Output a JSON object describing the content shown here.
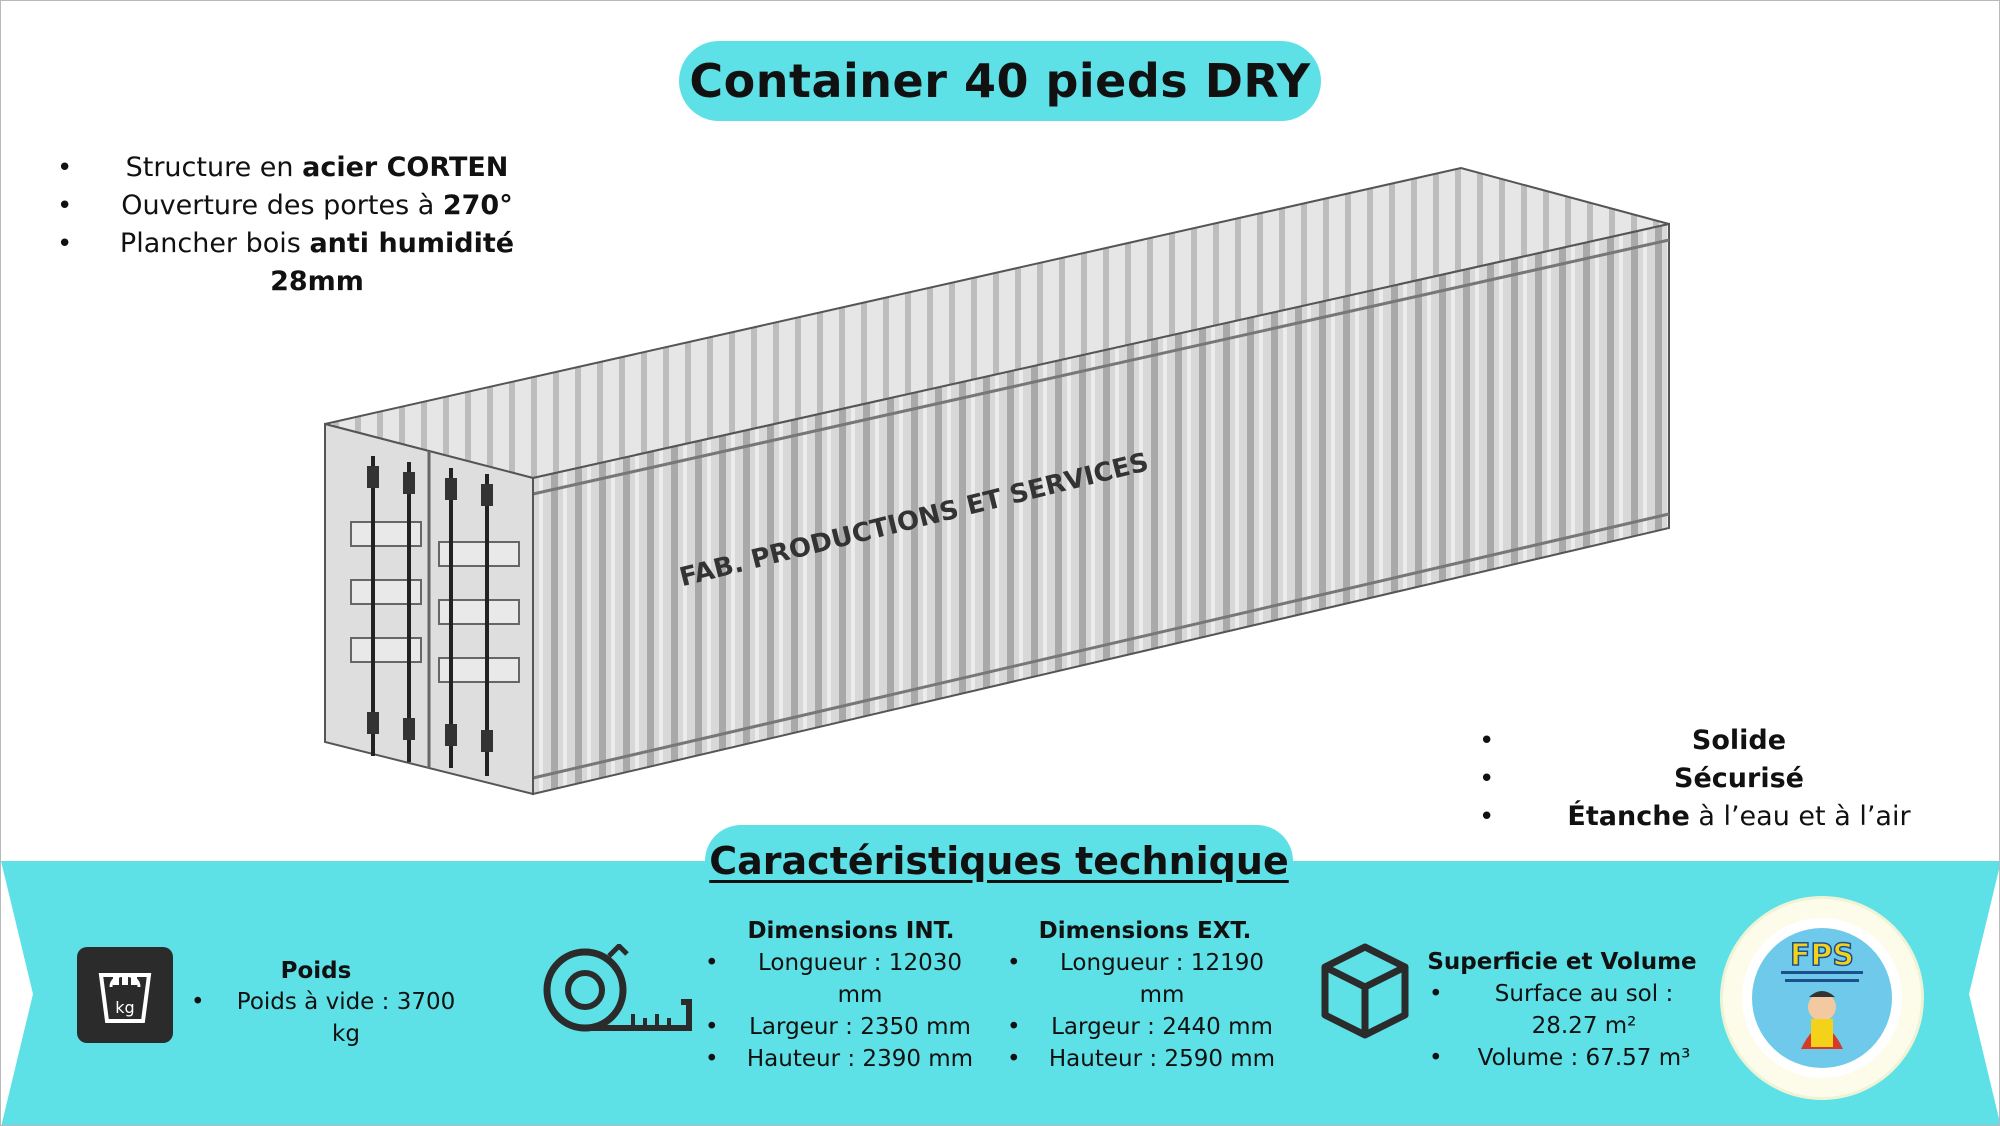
{
  "title": "Container 40 pieds DRY",
  "features_left": [
    {
      "pre": "Structure en ",
      "bold": "acier CORTEN",
      "post": ""
    },
    {
      "pre": "Ouverture des portes à ",
      "bold": "270°",
      "post": ""
    },
    {
      "pre": "Plancher bois ",
      "bold": "anti humidité 28mm",
      "post": ""
    }
  ],
  "features_right": [
    {
      "bold": "Solide",
      "post": ""
    },
    {
      "bold": "Sécurisé",
      "post": ""
    },
    {
      "bold": "Étanche",
      "post": " à l’eau et à l’air"
    }
  ],
  "container_label": "FAB. PRODUCTIONS ET SERVICES",
  "tech": {
    "heading": "Caractéristiques technique",
    "poids": {
      "title": "Poids",
      "items": [
        "Poids à vide : 3700 kg"
      ],
      "icon": "weight-kg-icon",
      "icon_text": "kg"
    },
    "dim_int": {
      "title": "Dimensions INT.",
      "items": [
        "Longueur : 12030 mm",
        "Largeur : 2350 mm",
        "Hauteur : 2390 mm"
      ]
    },
    "dim_ext": {
      "title": "Dimensions EXT.",
      "items": [
        "Longueur : 12190 mm",
        "Largeur : 2440 mm",
        "Hauteur : 2590 mm"
      ]
    },
    "surface": {
      "title": "Superficie et Volume",
      "items": [
        "Surface au sol : 28.27 m²",
        "Volume : 67.57 m³"
      ],
      "icon": "cube-icon"
    },
    "tape_icon": "tape-measure-icon"
  },
  "logo": {
    "text": "FPS",
    "icon": "fps-logo"
  },
  "colors": {
    "accent": "#5de0e6",
    "container_body": "#cfcfcf",
    "icon_dark": "#2b2b2b"
  }
}
